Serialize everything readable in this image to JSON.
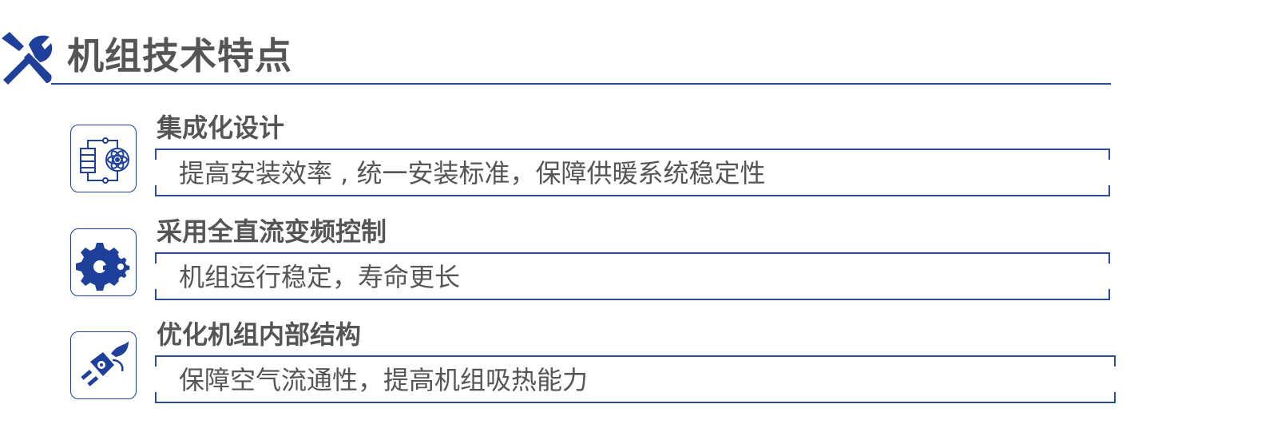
{
  "page": {
    "title": "机组技术特点"
  },
  "colors": {
    "accent": "#1e3f9a",
    "text": "#555555"
  },
  "features": [
    {
      "icon": "integration-icon",
      "heading": "集成化设计",
      "description": "提高安装效率 , 统一安装标准，保障供暖系统稳定性"
    },
    {
      "icon": "gears-icon",
      "heading": "采用全直流变频控制",
      "description": "机组运行稳定，寿命更长"
    },
    {
      "icon": "plug-leaf-icon",
      "heading": "优化机组内部结构",
      "description": "保障空气流通性，提高机组吸热能力"
    }
  ]
}
